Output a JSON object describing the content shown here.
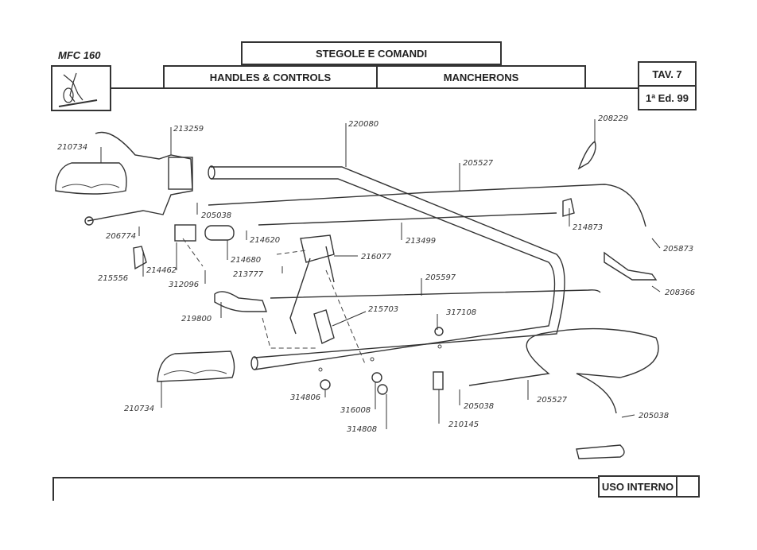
{
  "header": {
    "model": "MFC 160",
    "title_it": "STEGOLE E COMANDI",
    "title_en": "HANDLES & CONTROLS",
    "title_fr": "MANCHERONS",
    "table": "TAV. 7",
    "edition": "1ª Ed. 99"
  },
  "footer": {
    "usage": "USO INTERNO"
  },
  "parts": [
    {
      "code": "213259",
      "name": "control-lever-assembly"
    },
    {
      "code": "220080",
      "name": "handlebar-tube"
    },
    {
      "code": "208229",
      "name": "cable-tie"
    },
    {
      "code": "210734",
      "name": "handle-grip-upper"
    },
    {
      "code": "205527",
      "name": "cable-upper"
    },
    {
      "code": "205038",
      "name": "cable-adjuster-upper"
    },
    {
      "code": "214873",
      "name": "cable-hook"
    },
    {
      "code": "206774",
      "name": "cable-clip"
    },
    {
      "code": "214620",
      "name": "cable-end"
    },
    {
      "code": "213499",
      "name": "throttle-cable"
    },
    {
      "code": "205873",
      "name": "cable-nipple"
    },
    {
      "code": "215556",
      "name": "wire-clip"
    },
    {
      "code": "214462",
      "name": "throttle-bracket"
    },
    {
      "code": "214680",
      "name": "throttle-grip"
    },
    {
      "code": "216077",
      "name": "gear-lever"
    },
    {
      "code": "213777",
      "name": "bolt"
    },
    {
      "code": "312096",
      "name": "screw"
    },
    {
      "code": "205597",
      "name": "cable-middle"
    },
    {
      "code": "208366",
      "name": "cable-plate"
    },
    {
      "code": "219800",
      "name": "lever-handle"
    },
    {
      "code": "215703",
      "name": "lever-knob"
    },
    {
      "code": "317108",
      "name": "nut-clip"
    },
    {
      "code": "210734",
      "name": "handle-grip-lower"
    },
    {
      "code": "314806",
      "name": "nut-left"
    },
    {
      "code": "316008",
      "name": "washer"
    },
    {
      "code": "314808",
      "name": "nut-right"
    },
    {
      "code": "205038",
      "name": "cable-adjuster-lower"
    },
    {
      "code": "205527",
      "name": "cable-lower"
    },
    {
      "code": "210145",
      "name": "cable-support"
    },
    {
      "code": "205038",
      "name": "cable-adjuster-bottom"
    }
  ]
}
